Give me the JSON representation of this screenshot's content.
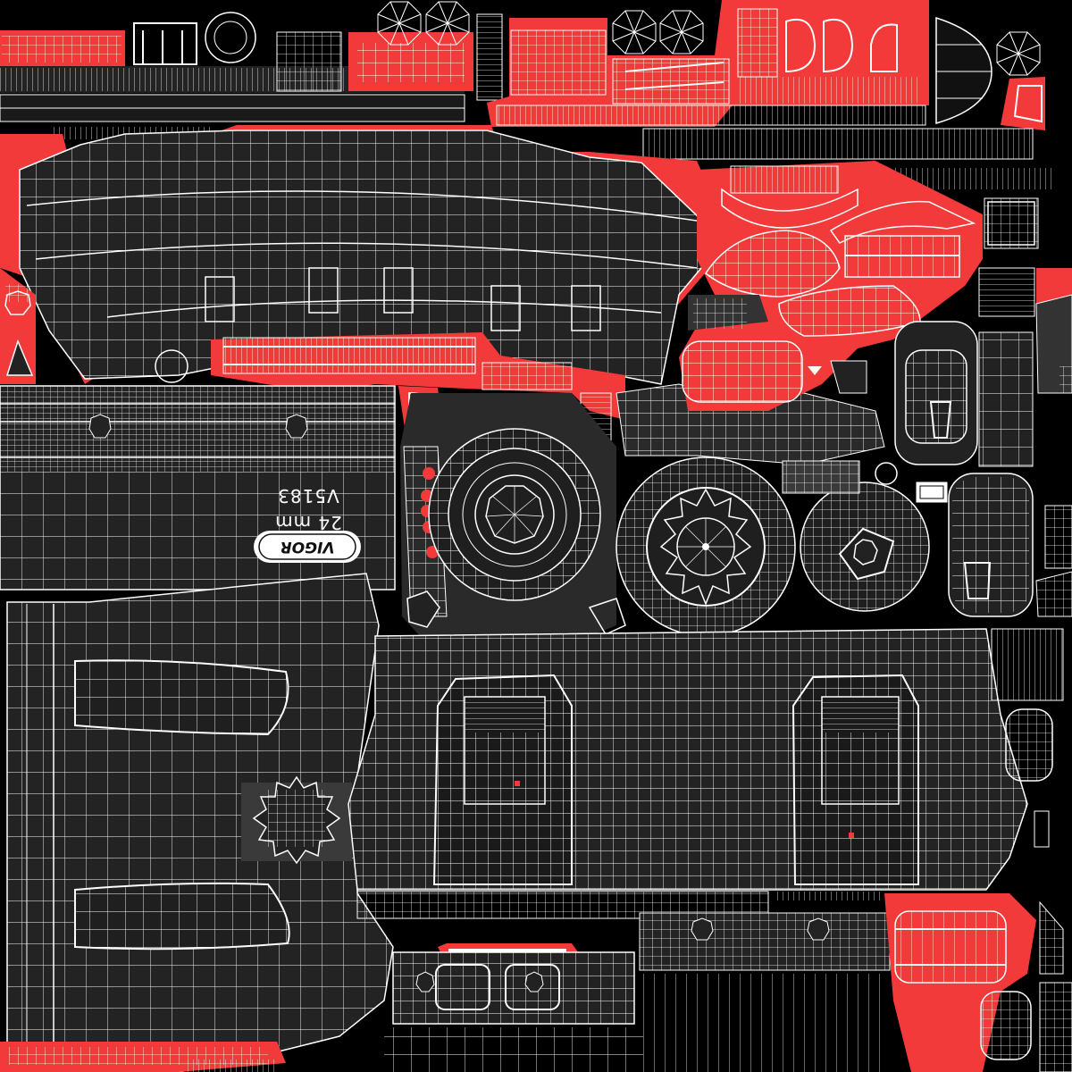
{
  "texture": {
    "colors": {
      "background": "#000000",
      "panel": "#232323",
      "panel_dark": "#1a1a1a",
      "shell": "#3a3a3a",
      "accent_red": "#f23a3a",
      "wire": "#ffffff"
    },
    "label": {
      "size": "24 mm",
      "code": "V5183",
      "brand": "VIGOR"
    }
  }
}
